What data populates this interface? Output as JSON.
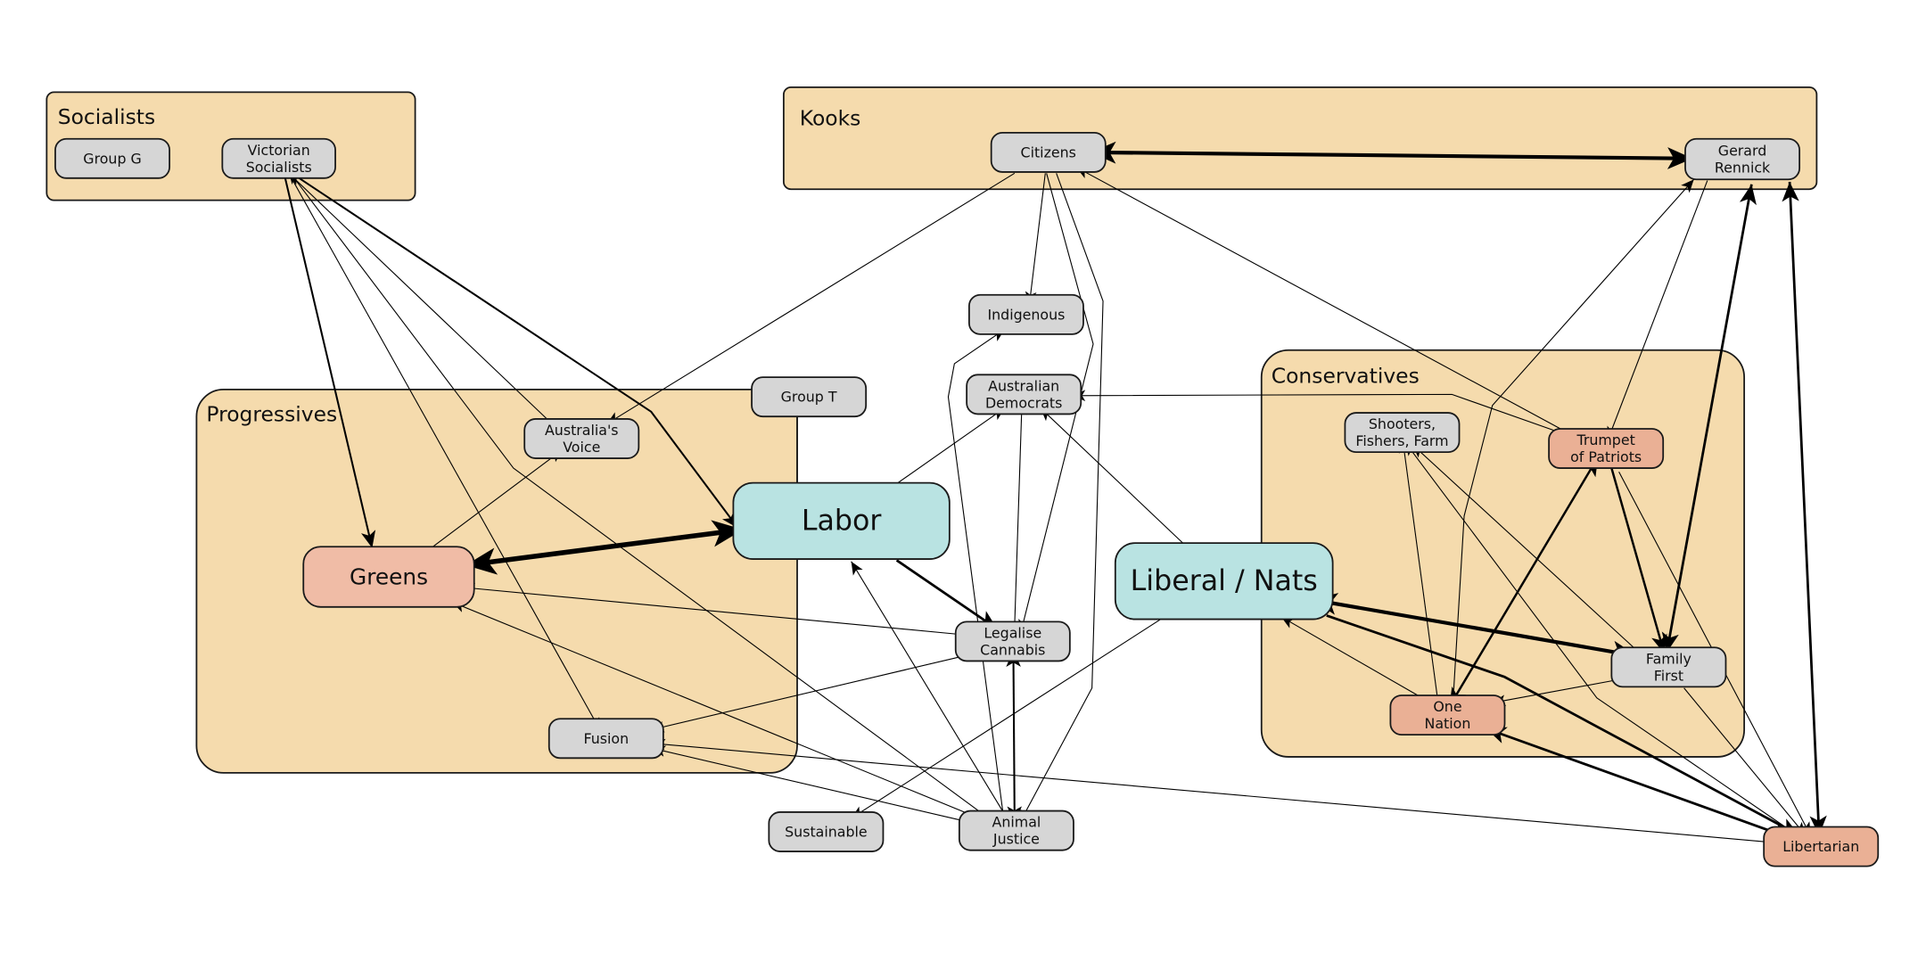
{
  "title": "Australian party preference flows",
  "colors": {
    "cluster_fill": "#f5dbad",
    "node_default": "#d6d6d6",
    "node_major": "#b9e3e2",
    "node_salmon": "#eab095",
    "node_greens": "#f0bca6",
    "edge": "#000000"
  },
  "clusters": [
    {
      "id": "socialists",
      "label": "Socialists"
    },
    {
      "id": "kooks",
      "label": "Kooks"
    },
    {
      "id": "progressives",
      "label": "Progressives"
    },
    {
      "id": "conservatives",
      "label": "Conservatives"
    }
  ],
  "nodes": [
    {
      "id": "group_g",
      "label": [
        "Group G"
      ],
      "color": "node_default",
      "cluster": "socialists"
    },
    {
      "id": "vic_soc",
      "label": [
        "Victorian",
        "Socialists"
      ],
      "color": "node_default",
      "cluster": "socialists"
    },
    {
      "id": "citizens",
      "label": [
        "Citizens"
      ],
      "color": "node_default",
      "cluster": "kooks"
    },
    {
      "id": "rennick",
      "label": [
        "Gerard",
        "Rennick"
      ],
      "color": "node_default",
      "cluster": "kooks"
    },
    {
      "id": "indigenous",
      "label": [
        "Indigenous"
      ],
      "color": "node_default",
      "cluster": null
    },
    {
      "id": "group_t",
      "label": [
        "Group T"
      ],
      "color": "node_default",
      "cluster": null
    },
    {
      "id": "democrats",
      "label": [
        "Australian",
        "Democrats"
      ],
      "color": "node_default",
      "cluster": null
    },
    {
      "id": "aus_voice",
      "label": [
        "Australia's",
        "Voice"
      ],
      "color": "node_default",
      "cluster": "progressives"
    },
    {
      "id": "labor",
      "label": [
        "Labor"
      ],
      "color": "node_major",
      "cluster": null,
      "size": "large"
    },
    {
      "id": "greens",
      "label": [
        "Greens"
      ],
      "color": "node_greens",
      "cluster": "progressives",
      "size": "medium"
    },
    {
      "id": "fusion",
      "label": [
        "Fusion"
      ],
      "color": "node_default",
      "cluster": "progressives"
    },
    {
      "id": "cannabis",
      "label": [
        "Legalise",
        "Cannabis"
      ],
      "color": "node_default",
      "cluster": null
    },
    {
      "id": "sustainable",
      "label": [
        "Sustainable"
      ],
      "color": "node_default",
      "cluster": null
    },
    {
      "id": "animal",
      "label": [
        "Animal",
        "Justice"
      ],
      "color": "node_default",
      "cluster": null
    },
    {
      "id": "libnats",
      "label": [
        "Liberal / Nats"
      ],
      "color": "node_major",
      "cluster": null,
      "size": "large"
    },
    {
      "id": "shooters",
      "label": [
        "Shooters,",
        "Fishers, Farm"
      ],
      "color": "node_default",
      "cluster": "conservatives"
    },
    {
      "id": "trumpet",
      "label": [
        "Trumpet",
        "of Patriots"
      ],
      "color": "node_salmon",
      "cluster": "conservatives"
    },
    {
      "id": "family_first",
      "label": [
        "Family",
        "First"
      ],
      "color": "node_default",
      "cluster": "conservatives"
    },
    {
      "id": "one_nation",
      "label": [
        "One",
        "Nation"
      ],
      "color": "node_salmon",
      "cluster": "conservatives"
    },
    {
      "id": "libertarian",
      "label": [
        "Libertarian"
      ],
      "color": "node_salmon",
      "cluster": null
    }
  ],
  "edges": [
    {
      "from": "greens",
      "to": "labor",
      "dir": "both",
      "weight": 4
    },
    {
      "from": "citizens",
      "to": "rennick",
      "dir": "both",
      "weight": 3
    },
    {
      "from": "libnats",
      "to": "family_first",
      "dir": "both",
      "weight": 3
    },
    {
      "from": "labor",
      "to": "vic_soc",
      "dir": "both",
      "weight": 1.5
    },
    {
      "from": "vic_soc",
      "to": "greens",
      "dir": "forward",
      "weight": 1.5
    },
    {
      "from": "vic_soc",
      "to": "aus_voice",
      "dir": "forward",
      "weight": 0.8
    },
    {
      "from": "vic_soc",
      "to": "fusion",
      "dir": "forward",
      "weight": 0.8
    },
    {
      "from": "animal",
      "to": "vic_soc",
      "dir": "forward",
      "weight": 0.8
    },
    {
      "from": "citizens",
      "to": "aus_voice",
      "dir": "forward",
      "weight": 0.8
    },
    {
      "from": "greens",
      "to": "aus_voice",
      "dir": "forward",
      "weight": 0.8
    },
    {
      "from": "citizens",
      "to": "indigenous",
      "dir": "forward",
      "weight": 0.8
    },
    {
      "from": "citizens",
      "to": "animal",
      "dir": "forward",
      "weight": 0.8
    },
    {
      "from": "citizens",
      "to": "cannabis",
      "dir": "forward",
      "weight": 0.8
    },
    {
      "from": "trumpet",
      "to": "citizens",
      "dir": "forward",
      "weight": 0.8
    },
    {
      "from": "trumpet",
      "to": "democrats",
      "dir": "forward",
      "weight": 0.8
    },
    {
      "from": "labor",
      "to": "democrats",
      "dir": "forward",
      "weight": 0.8
    },
    {
      "from": "cannabis",
      "to": "democrats",
      "dir": "forward",
      "weight": 0.8
    },
    {
      "from": "libnats",
      "to": "democrats",
      "dir": "forward",
      "weight": 0.8
    },
    {
      "from": "animal",
      "to": "indigenous",
      "dir": "forward",
      "weight": 0.8
    },
    {
      "from": "labor",
      "to": "cannabis",
      "dir": "forward",
      "weight": 2
    },
    {
      "from": "cannabis",
      "to": "greens",
      "dir": "forward",
      "weight": 0.8
    },
    {
      "from": "cannabis",
      "to": "fusion",
      "dir": "forward",
      "weight": 0.8
    },
    {
      "from": "cannabis",
      "to": "animal",
      "dir": "both",
      "weight": 1.5
    },
    {
      "from": "animal",
      "to": "greens",
      "dir": "forward",
      "weight": 0.8
    },
    {
      "from": "animal",
      "to": "fusion",
      "dir": "forward",
      "weight": 0.8
    },
    {
      "from": "animal",
      "to": "labor",
      "dir": "forward",
      "weight": 0.8
    },
    {
      "from": "libertarian",
      "to": "fusion",
      "dir": "forward",
      "weight": 0.8
    },
    {
      "from": "libnats",
      "to": "sustainable",
      "dir": "forward",
      "weight": 0.8
    },
    {
      "from": "one_nation",
      "to": "libnats",
      "dir": "forward",
      "weight": 0.8
    },
    {
      "from": "libnats",
      "to": "libertarian",
      "dir": "forward",
      "weight": 2
    },
    {
      "from": "one_nation",
      "to": "libertarian",
      "dir": "both",
      "weight": 2
    },
    {
      "from": "one_nation",
      "to": "shooters",
      "dir": "forward",
      "weight": 0.8
    },
    {
      "from": "family_first",
      "to": "shooters",
      "dir": "forward",
      "weight": 0.8
    },
    {
      "from": "libertarian",
      "to": "shooters",
      "dir": "forward",
      "weight": 0.8
    },
    {
      "from": "family_first",
      "to": "one_nation",
      "dir": "forward",
      "weight": 0.8
    },
    {
      "from": "one_nation",
      "to": "trumpet",
      "dir": "both",
      "weight": 1.8
    },
    {
      "from": "trumpet",
      "to": "family_first",
      "dir": "forward",
      "weight": 1.8
    },
    {
      "from": "rennick",
      "to": "trumpet",
      "dir": "forward",
      "weight": 0.8
    },
    {
      "from": "one_nation",
      "to": "rennick",
      "dir": "forward",
      "weight": 0.8
    },
    {
      "from": "family_first",
      "to": "rennick",
      "dir": "both",
      "weight": 2
    },
    {
      "from": "libertarian",
      "to": "rennick",
      "dir": "both",
      "weight": 2
    },
    {
      "from": "trumpet",
      "to": "libertarian",
      "dir": "forward",
      "weight": 0.8
    },
    {
      "from": "family_first",
      "to": "libertarian",
      "dir": "forward",
      "weight": 0.8
    }
  ]
}
